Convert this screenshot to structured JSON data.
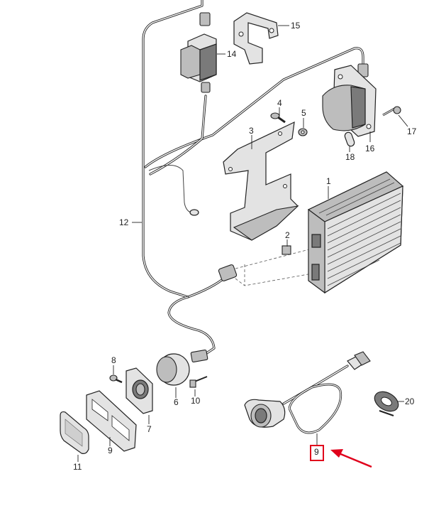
{
  "parts": {
    "p1": "1",
    "p2": "2",
    "p3": "3",
    "p4": "4",
    "p5": "5",
    "p6": "6",
    "p7": "7",
    "p8": "8",
    "p9a": "9",
    "p9b": "9",
    "p10": "10",
    "p11": "11",
    "p12": "12",
    "p14": "14",
    "p15": "15",
    "p16": "16",
    "p17": "17",
    "p18": "18",
    "p20": "20"
  },
  "highlight": {
    "color": "#e0001b"
  }
}
